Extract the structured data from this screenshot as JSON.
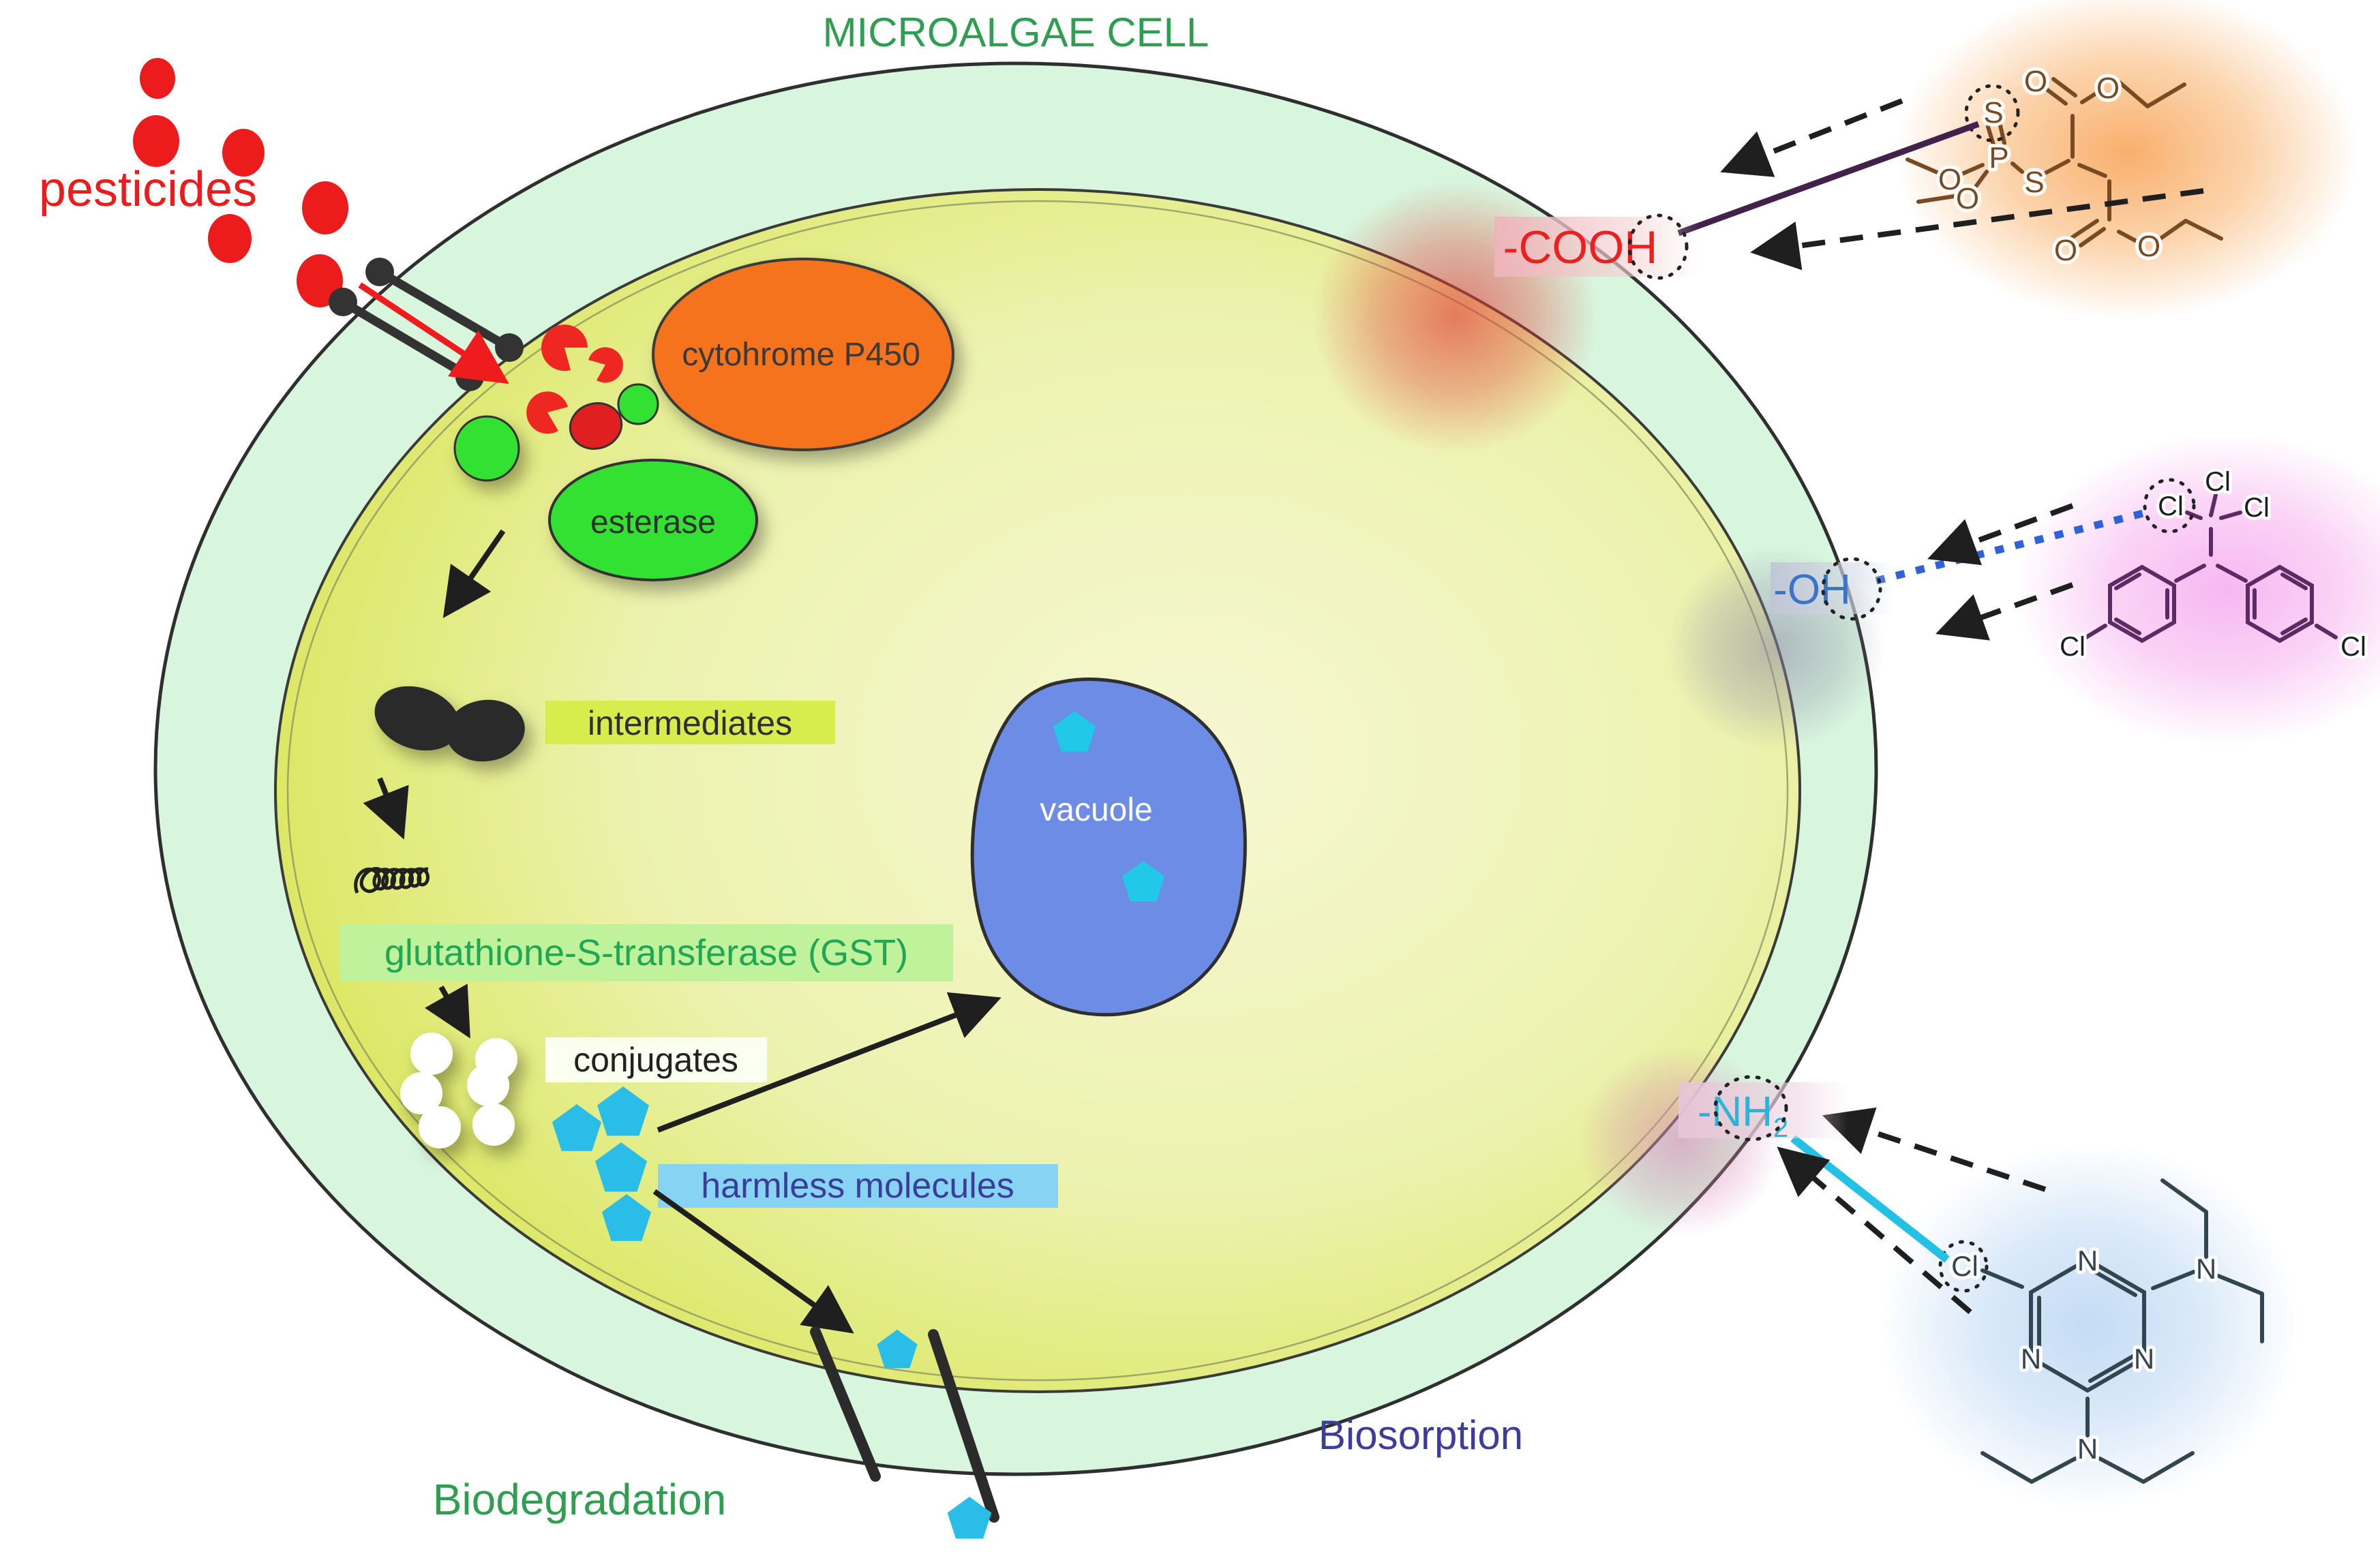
{
  "title": "MICROALGAE CELL",
  "labels": {
    "pesticides": "pesticides",
    "biodegradation": "Biodegradation",
    "biosorption": "Biosorption"
  },
  "organelles": {
    "cytochrome": "cytohrome P450",
    "esterase": "esterase",
    "vacuole": "vacuole"
  },
  "pathway": {
    "intermediates": "intermediates",
    "gst": "glutathione-S-transferase (GST)",
    "conjugates": "conjugates",
    "harmless": "harmless molecules"
  },
  "functional_groups": {
    "cooh": "-COOH",
    "oh": "-OH",
    "nh2_main": "-NH",
    "nh2_sub": "2"
  },
  "chemistry": {
    "organophosphate": {
      "atoms": [
        "S",
        "P",
        "O",
        "O",
        "S",
        "O",
        "O",
        "O",
        "O"
      ]
    },
    "organochlorine": {
      "atoms": [
        "Cl",
        "Cl",
        "Cl",
        "Cl",
        "Cl"
      ]
    },
    "triazine": {
      "atoms": [
        "N",
        "N",
        "N",
        "N",
        "N",
        "Cl"
      ]
    }
  },
  "colors": {
    "title_green": "#2f9e50",
    "pesticide_red": "#ec1c1c",
    "biosorption_indigo": "#3c3d99",
    "pentagon_cyan": "#29bde8",
    "orange_organelle": "#f5731c",
    "green_organelle": "#33e133",
    "gst_green": "#1fa753",
    "cooh_red": "#ee1f1f",
    "oh_blue": "#3a74c8",
    "nh2_cyan": "#27b6da",
    "vacuole_blue": "#6d8ce6"
  }
}
